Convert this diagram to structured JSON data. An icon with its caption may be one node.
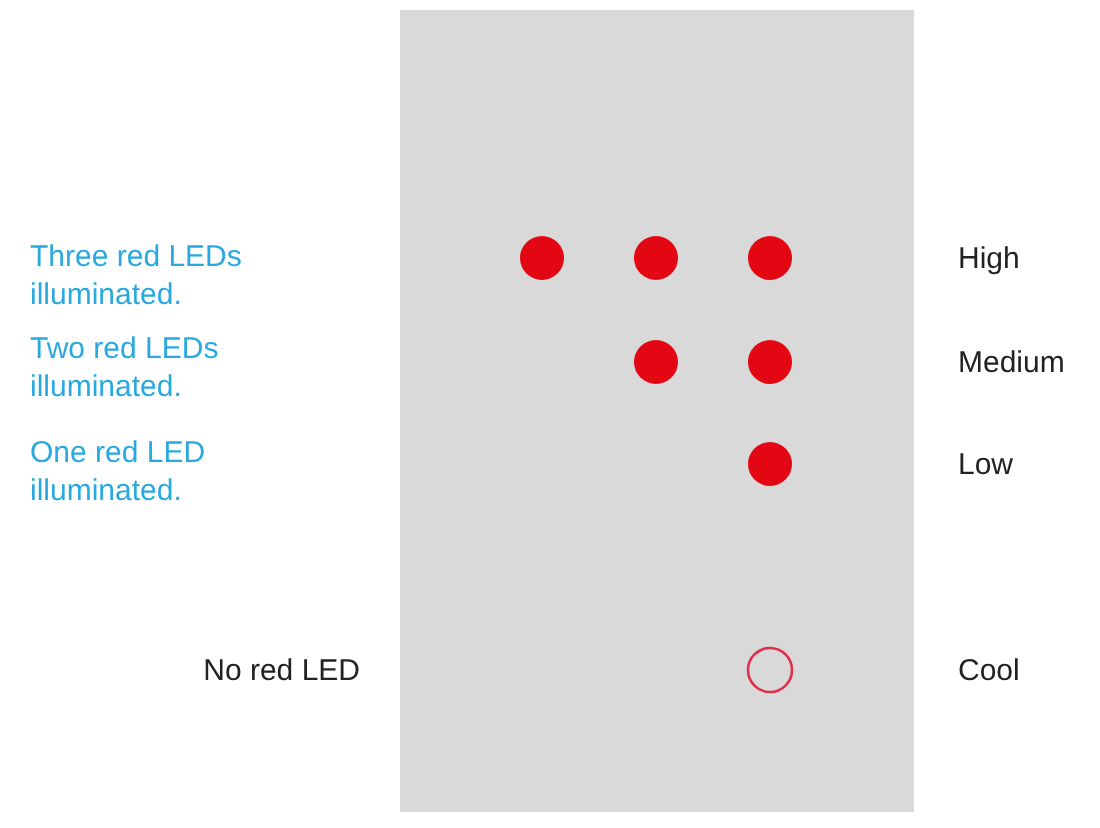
{
  "diagram": {
    "labels": [
      "Three red LEDs illuminated.",
      "High",
      "Two red LEDs illuminated.",
      "Medium",
      "One red LED illuminated.",
      "Low",
      "No red LED",
      "Cool"
    ]
  }
}
